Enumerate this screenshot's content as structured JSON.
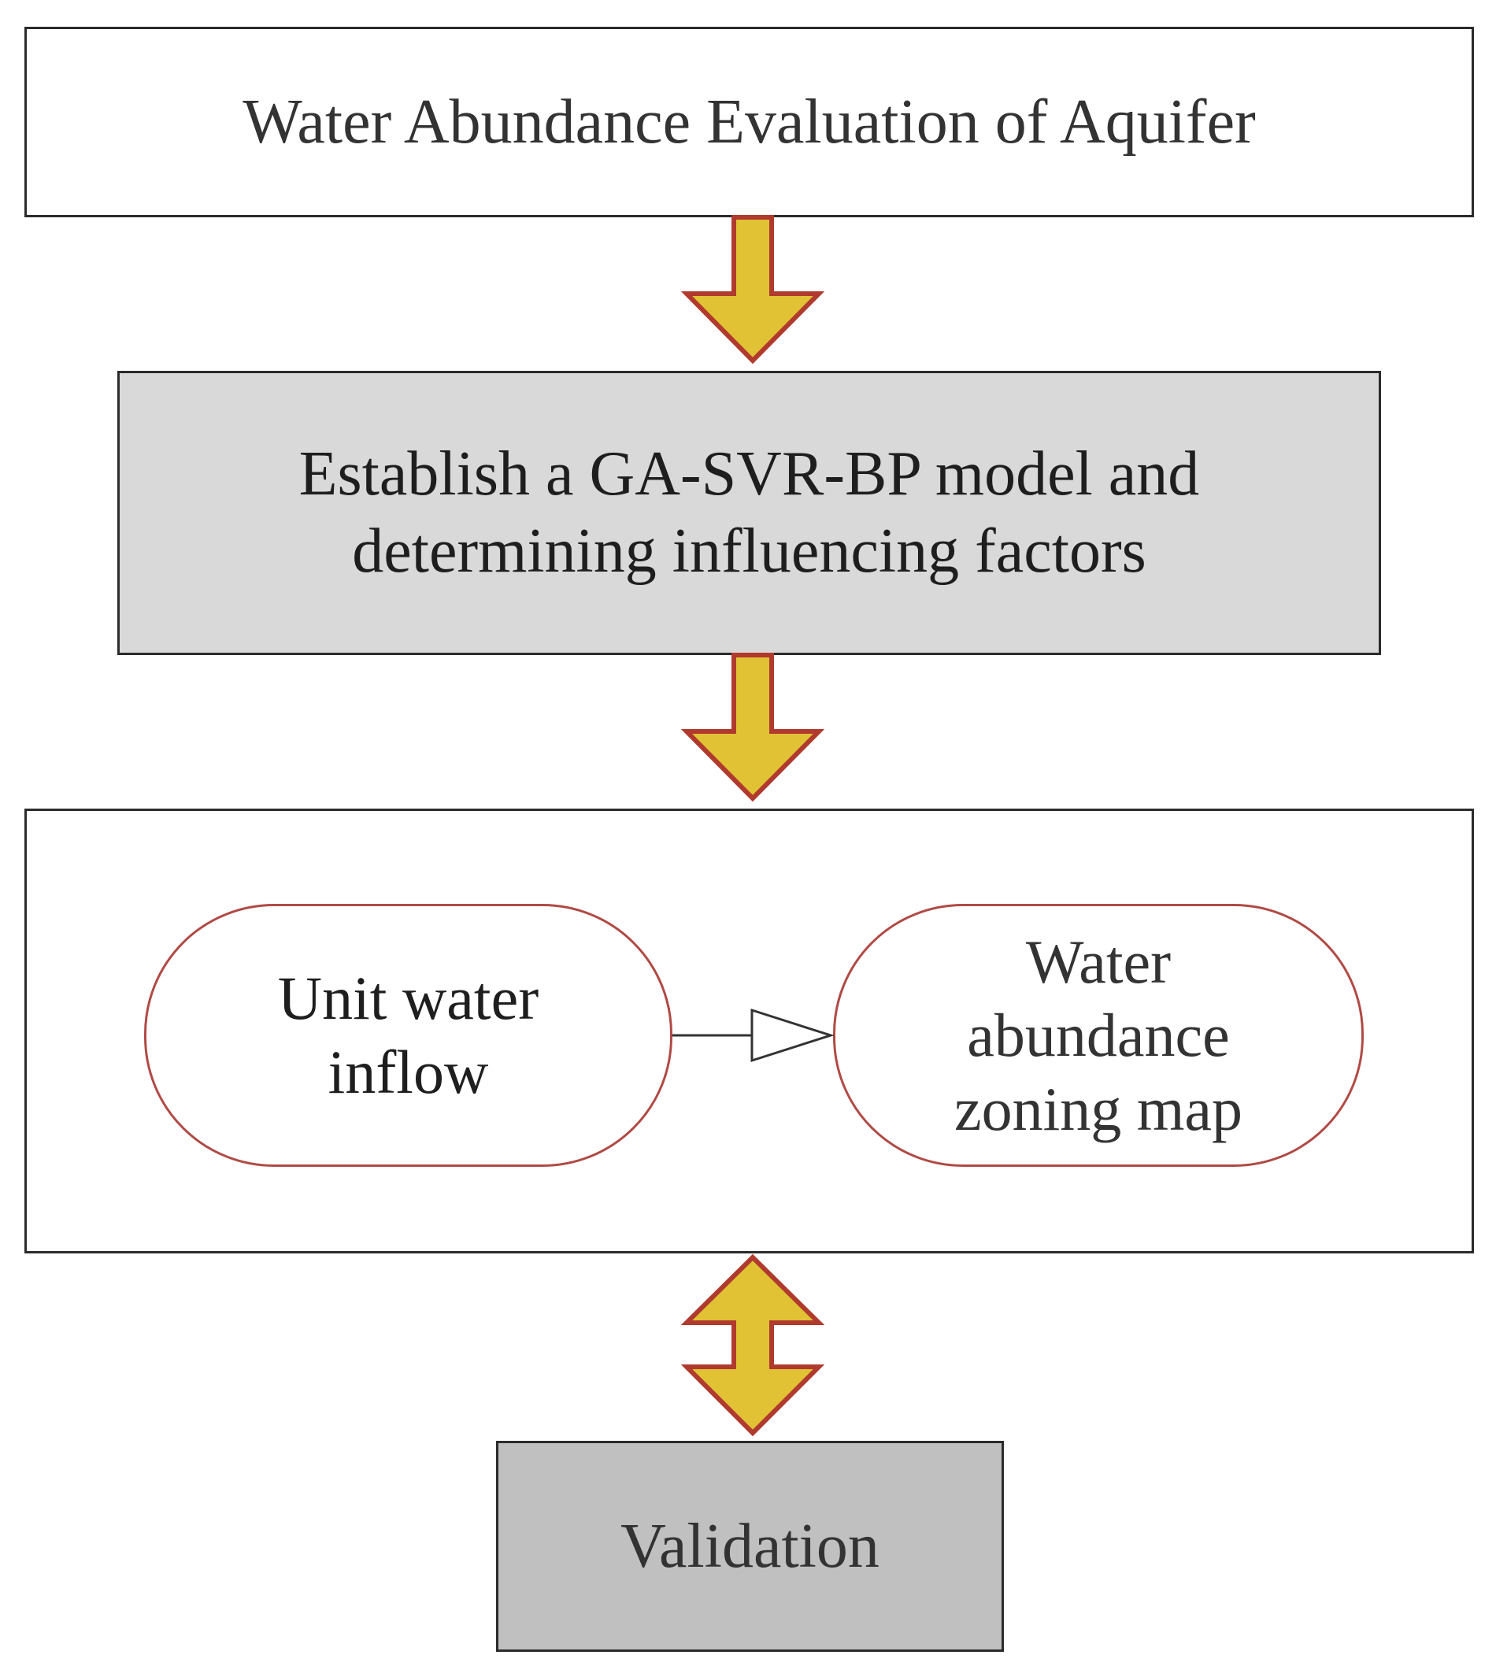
{
  "nodes": {
    "top": "Water Abundance Evaluation of Aquifer",
    "model": "Establish a GA-SVR-BP model and\ndetermining influencing factors",
    "unit_inflow": "Unit water\ninflow",
    "zoning_map": "Water\nabundance\nzoning map",
    "validation": "Validation"
  },
  "colors": {
    "arrow_fill": "#e1c234",
    "arrow_stroke": "#b03a2e",
    "pill_border": "#b04a45",
    "model_box_fill": "#d9d9d9",
    "validation_box_fill": "#c0c0c0"
  },
  "edges": [
    {
      "from": "top",
      "to": "model",
      "style": "block-arrow"
    },
    {
      "from": "model",
      "to": "outer",
      "style": "block-arrow"
    },
    {
      "from": "outer",
      "to": "validation",
      "style": "double-block-arrow"
    },
    {
      "from": "unit_inflow",
      "to": "zoning_map",
      "style": "line-arrow"
    }
  ]
}
